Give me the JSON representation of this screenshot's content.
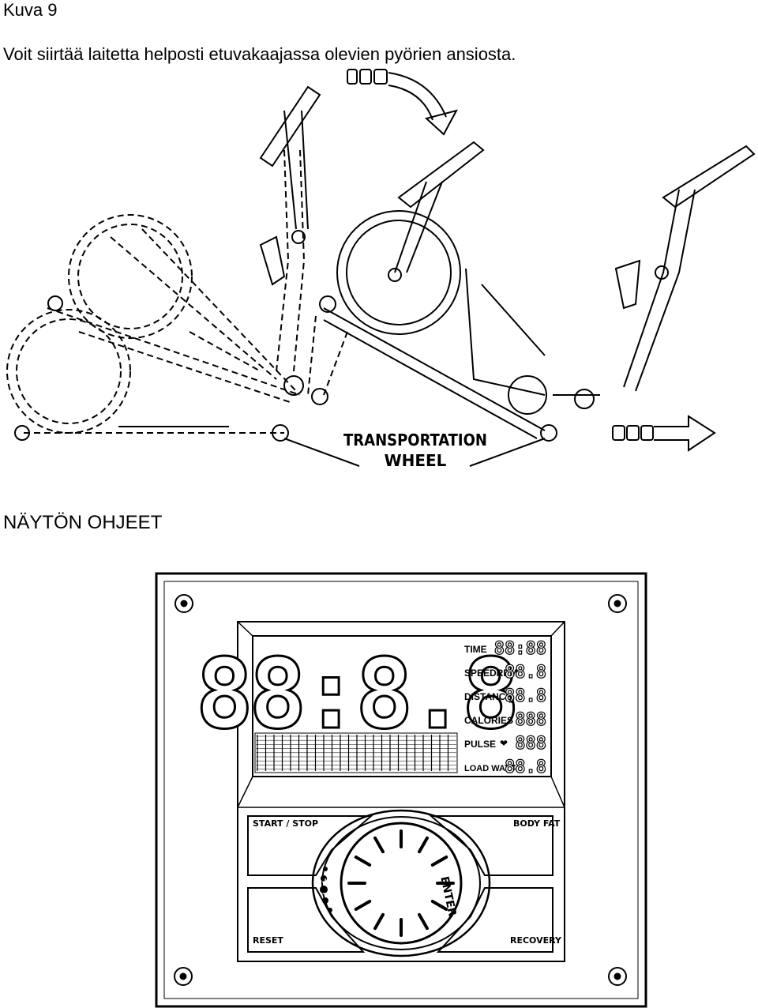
{
  "document": {
    "figure_title": "Kuva 9",
    "caption": "Voit siirtää laitetta helposti etuvakaajassa olevien pyörien ansiosta.",
    "section_heading": "NÄYTÖN OHJEET"
  },
  "illustration": {
    "label_line1": "TRANSPORTATION",
    "label_line2": "WHEEL"
  },
  "console": {
    "main_readout": "88:8.8",
    "rows": [
      {
        "label": "TIME",
        "value": "88:88"
      },
      {
        "label": "SPEEDRPM",
        "value": "88.8"
      },
      {
        "label": "DISTANCE",
        "unit": "M",
        "value": "88.8"
      },
      {
        "label": "CALORIES",
        "value": "888"
      },
      {
        "label": "PULSE",
        "value": "888"
      },
      {
        "label": "LOAD WATT",
        "value": "88.8"
      }
    ],
    "buttons": {
      "start_stop": "START / STOP",
      "body_fat": "BODY FAT",
      "reset": "RESET",
      "recovery": "RECOVERY",
      "enter": "ENTER"
    },
    "icons": {
      "pulse": "heart-icon",
      "load": "up-down-arrows-icon",
      "screw": "screw-icon",
      "arrow_curved": "curved-arrow-icon",
      "arrow_right": "right-arrow-icon"
    }
  }
}
